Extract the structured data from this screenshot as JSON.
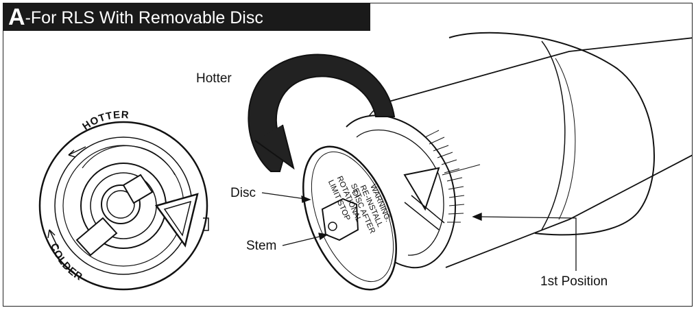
{
  "header": {
    "letter": "A",
    "title": "-For RLS With Removable Disc"
  },
  "dial": {
    "top_text": "HOTTER",
    "bottom_text": "COLDER"
  },
  "callouts": {
    "hotter": "Hotter",
    "disc": "Disc",
    "stem": "Stem",
    "first_position": "1st Position"
  },
  "disc_text": {
    "warning_lines": [
      "WARNING:",
      "RE-INSTALL",
      "DISC AFTER"
    ],
    "set_lines": [
      "SET",
      "ROTATIONAL",
      "LIMIT STOP"
    ]
  }
}
